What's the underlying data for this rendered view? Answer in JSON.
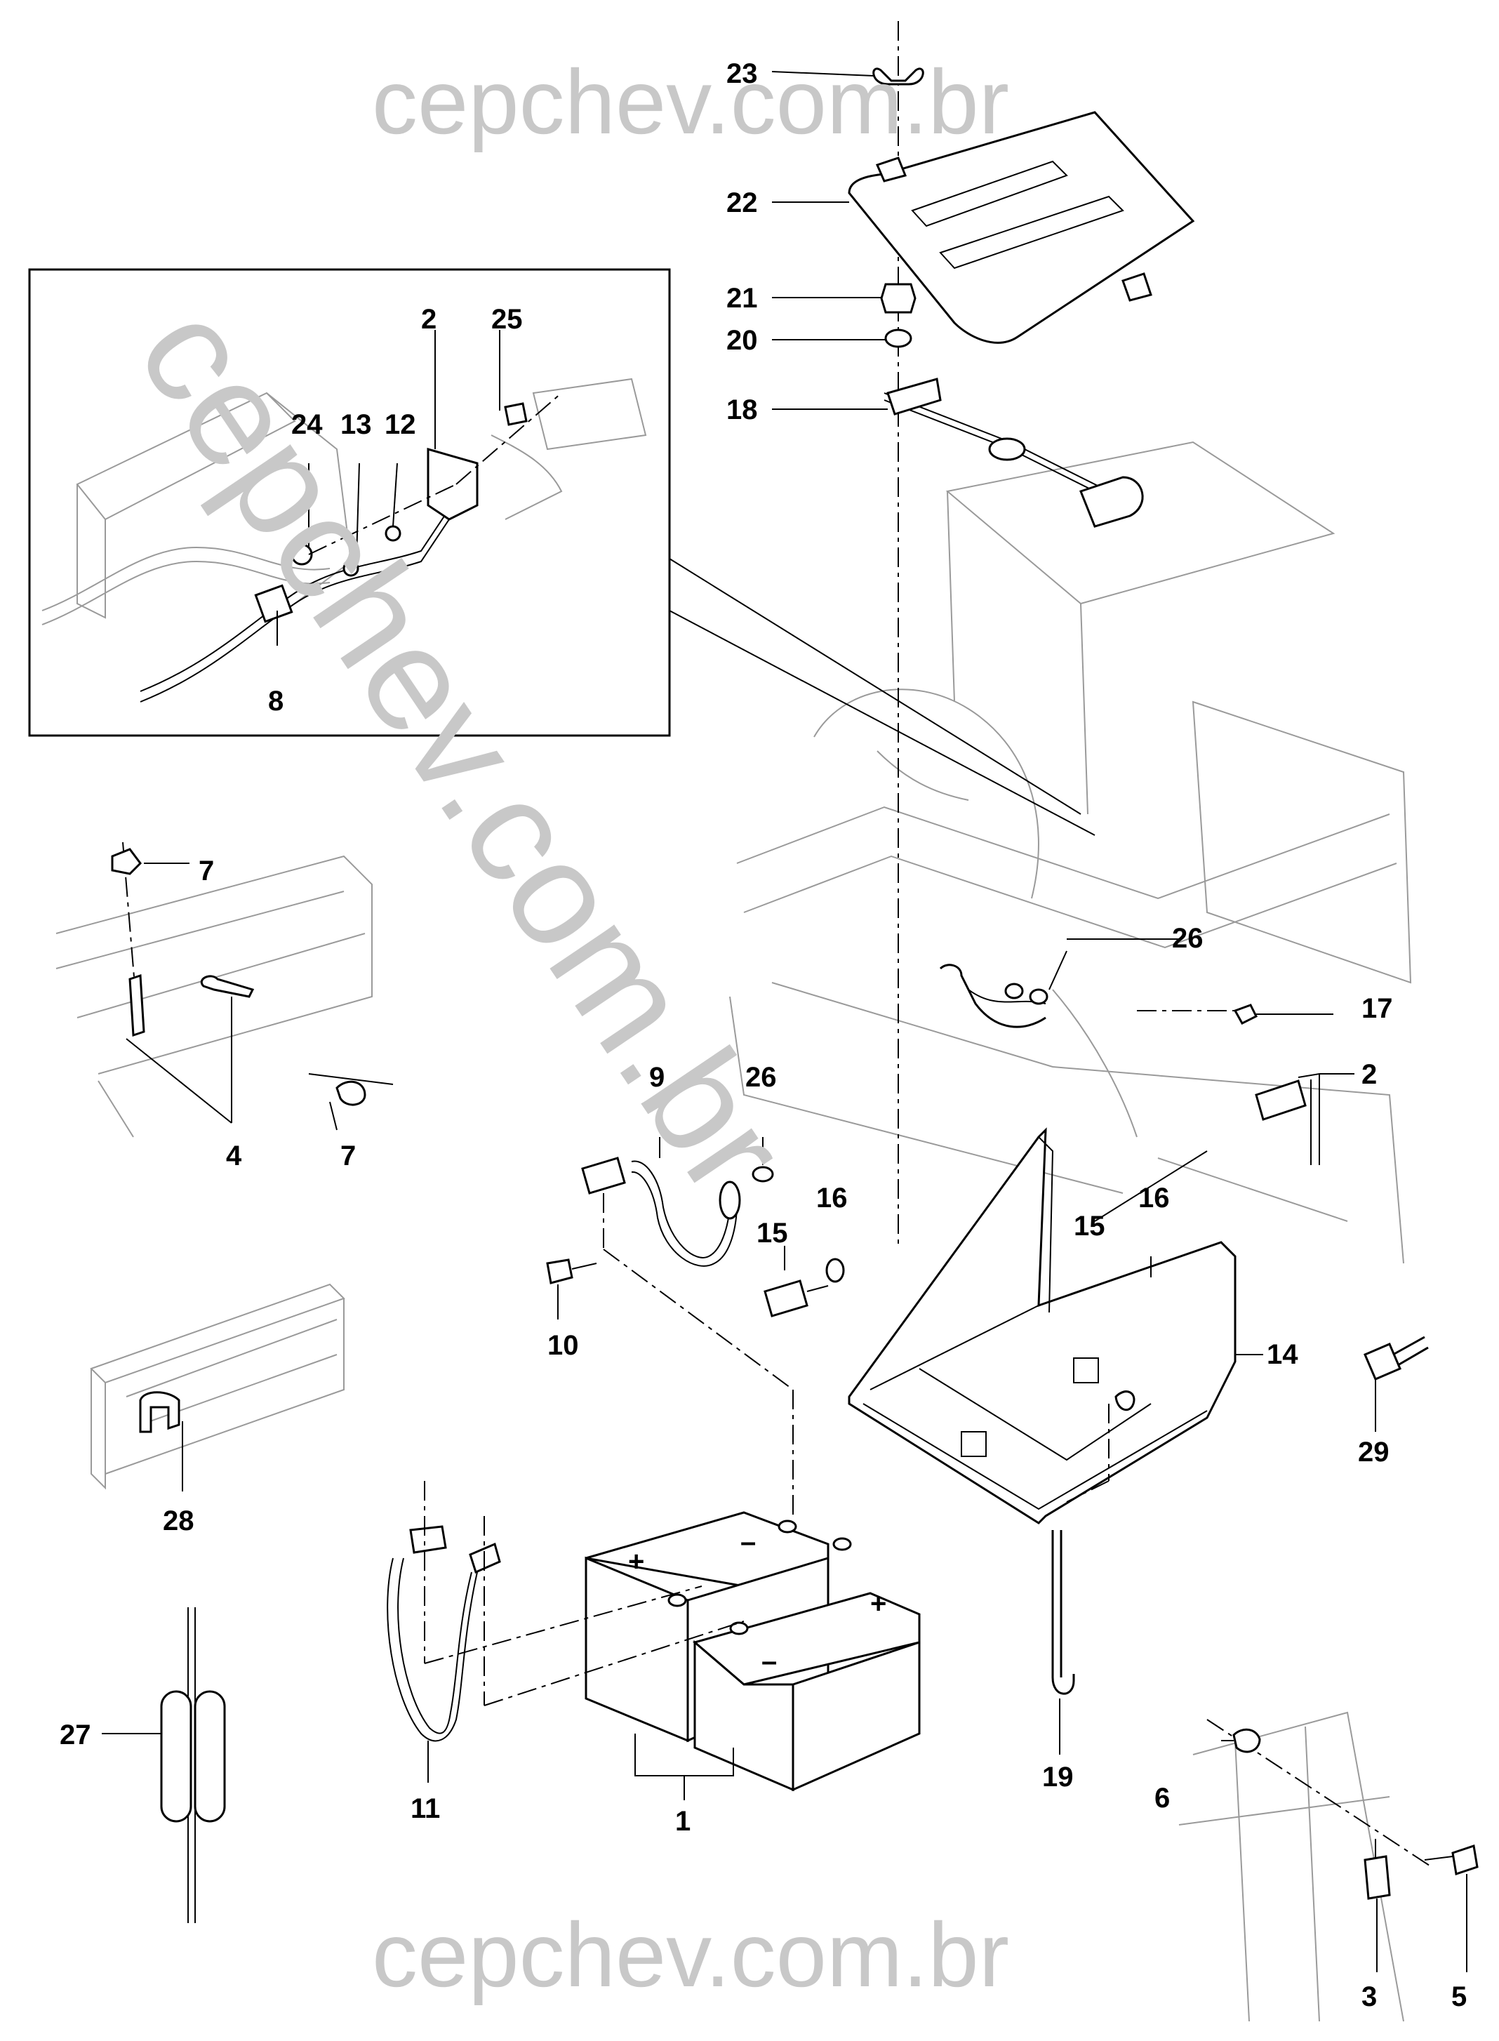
{
  "watermarks": {
    "top": "cepchev.com.br",
    "diagonal": "cepchev.com.br",
    "bottom": "cepchev.com.br"
  },
  "callouts": {
    "c1": "1",
    "c2a": "2",
    "c2b": "2",
    "c3": "3",
    "c4": "4",
    "c5": "5",
    "c6": "6",
    "c7a": "7",
    "c7b": "7",
    "c8": "8",
    "c9": "9",
    "c10": "10",
    "c11": "11",
    "c12": "12",
    "c13": "13",
    "c14": "14",
    "c15a": "15",
    "c15b": "15",
    "c16a": "16",
    "c16b": "16",
    "c17": "17",
    "c18": "18",
    "c19": "19",
    "c20": "20",
    "c21": "21",
    "c22": "22",
    "c23": "23",
    "c24": "24",
    "c25": "25",
    "c26a": "26",
    "c26b": "26",
    "c27": "27",
    "c28": "28",
    "c29": "29"
  },
  "battery": {
    "plus_a": "+",
    "minus_a": "–",
    "plus_b": "+",
    "minus_b": "–"
  }
}
